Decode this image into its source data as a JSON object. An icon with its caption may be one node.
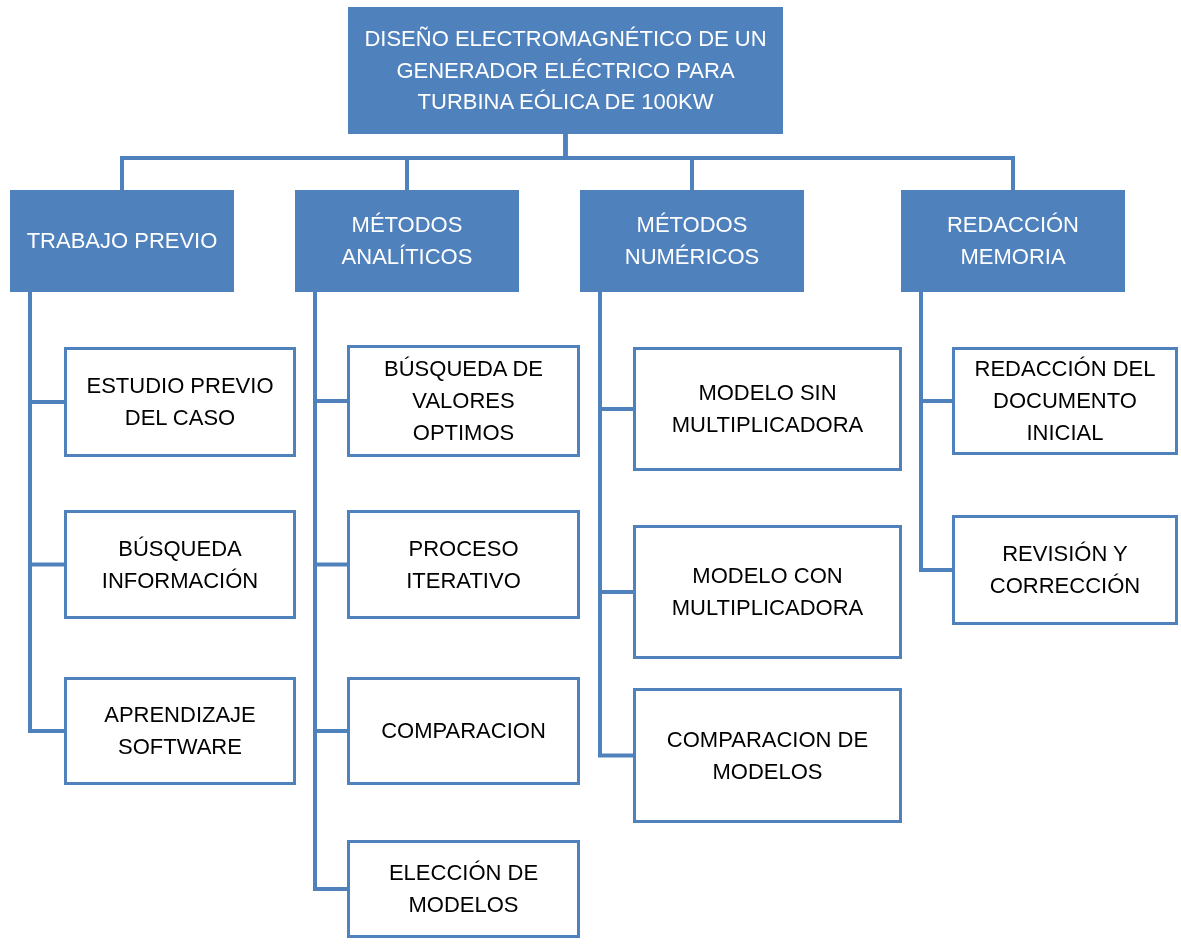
{
  "diagram": {
    "nodes": [
      {
        "text": [
          "DISEÑO ELECTROMAGNÉTICO DE UN GENERADOR ELÉCTRICO PARA TURBINA EÓLICA DE 100KW"
        ]
      },
      {
        "text": [
          "TRABAJO PREVIO"
        ]
      },
      {
        "text": [
          "ESTUDIO PREVIO DEL CASO"
        ]
      },
      {
        "text": [
          "BÚSQUEDA INFORMACIÓN"
        ]
      },
      {
        "text": [
          "APRENDIZAJE SOFTWARE"
        ]
      },
      {
        "text": [
          "MÉTODOS ANALÍTICOS"
        ]
      },
      {
        "text": [
          "BÚSQUEDA DE VALORES OPTIMOS"
        ]
      },
      {
        "text": [
          "PROCESO ITERATIVO"
        ]
      },
      {
        "text": [
          "COMPARACION"
        ]
      },
      {
        "text": [
          "ELECCIÓN DE MODELOS"
        ]
      },
      {
        "text": [
          "MÉTODOS NUMÉRICOS"
        ]
      },
      {
        "text": [
          "MODELO SIN MULTIPLICADORA"
        ]
      },
      {
        "text": [
          "MODELO CON MULTIPLICADORA"
        ]
      },
      {
        "text": [
          "COMPARACION DE MODELOS"
        ]
      },
      {
        "text": [
          "REDACCIÓN MEMORIA"
        ]
      },
      {
        "text": [
          "REDACCIÓN DEL DOCUMENTO INICIAL"
        ]
      },
      {
        "text": [
          "REVISIÓN Y CORRECCIÓN"
        ]
      }
    ],
    "edges": [
      {
        "from": 0,
        "to": 1,
        "arrow": "none"
      },
      {
        "from": 0,
        "to": 5,
        "arrow": "none"
      },
      {
        "from": 0,
        "to": 10,
        "arrow": "none"
      },
      {
        "from": 0,
        "to": 14,
        "arrow": "none"
      },
      {
        "from": 1,
        "to": 2,
        "arrow": "none"
      },
      {
        "from": 1,
        "to": 3,
        "arrow": "none"
      },
      {
        "from": 1,
        "to": 4,
        "arrow": "none"
      },
      {
        "from": 5,
        "to": 6,
        "arrow": "none"
      },
      {
        "from": 5,
        "to": 7,
        "arrow": "none"
      },
      {
        "from": 5,
        "to": 8,
        "arrow": "none"
      },
      {
        "from": 5,
        "to": 9,
        "arrow": "none"
      },
      {
        "from": 10,
        "to": 11,
        "arrow": "none"
      },
      {
        "from": 10,
        "to": 12,
        "arrow": "none"
      },
      {
        "from": 10,
        "to": 13,
        "arrow": "none"
      },
      {
        "from": 14,
        "to": 15,
        "arrow": "none"
      },
      {
        "from": 14,
        "to": 16,
        "arrow": "none"
      }
    ]
  }
}
